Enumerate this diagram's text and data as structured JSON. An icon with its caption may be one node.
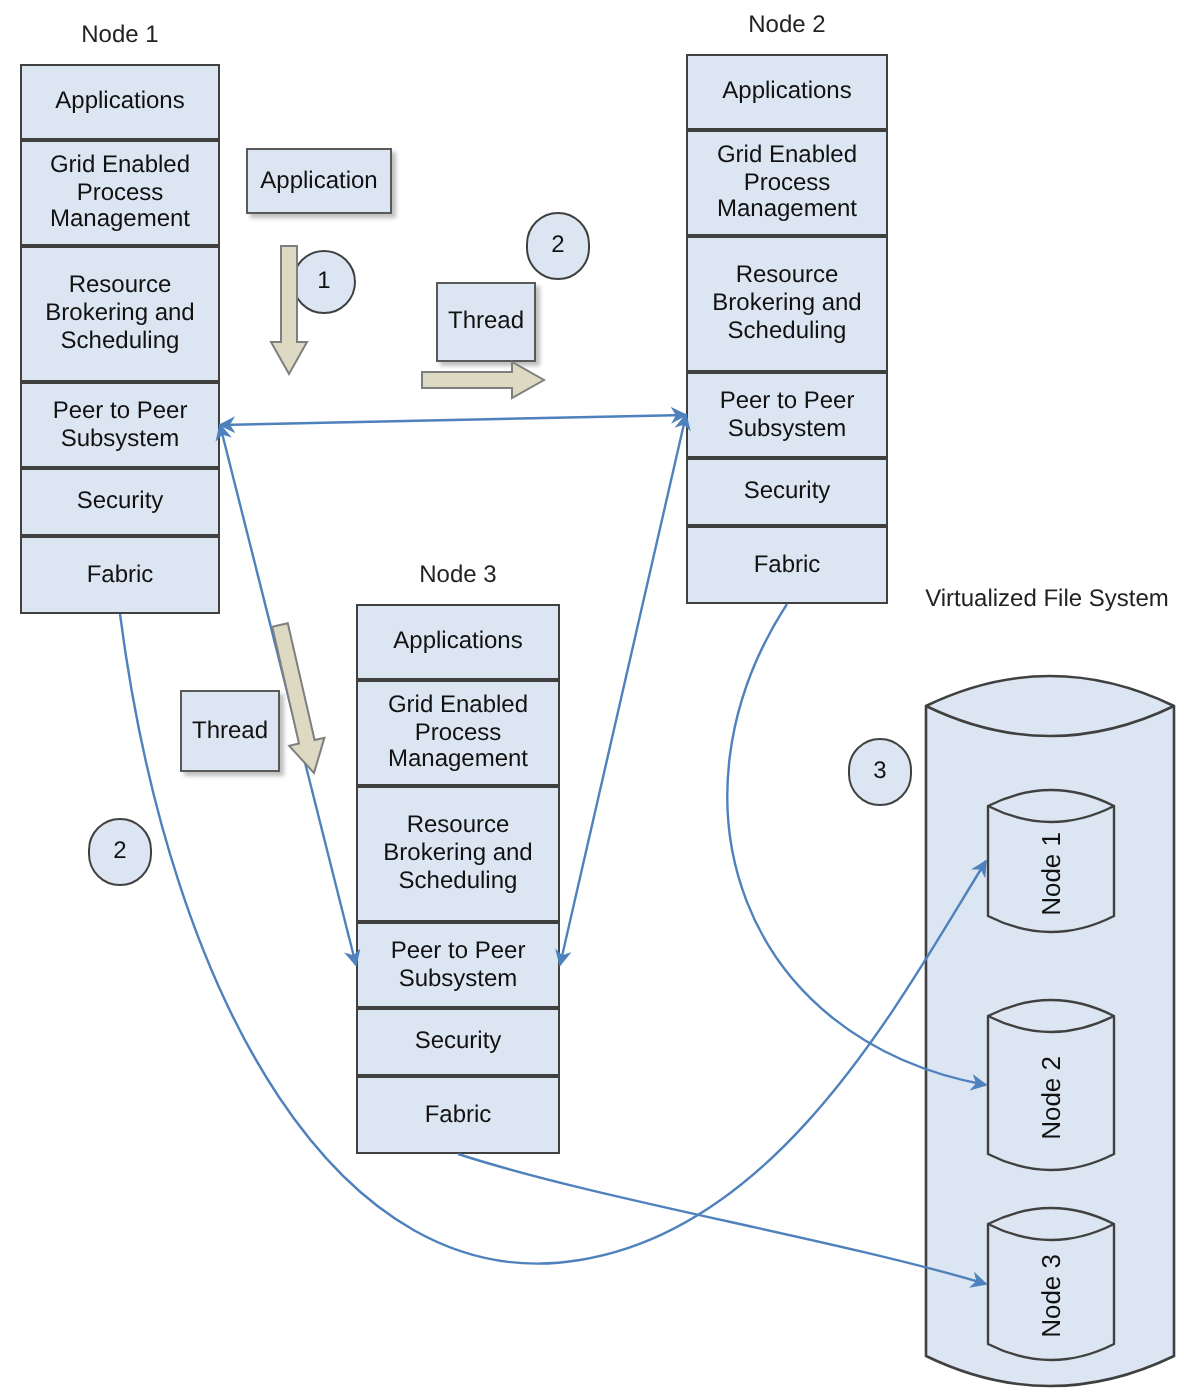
{
  "diagram": {
    "nodes": [
      {
        "text": [
          "Node 1"
        ]
      },
      {
        "text": [
          "Applications"
        ],
        "in": 0
      },
      {
        "text": [
          "Grid Enabled Process Management"
        ],
        "in": 0
      },
      {
        "text": [
          "Resource Brokering and Scheduling"
        ],
        "in": 0
      },
      {
        "text": [
          "Peer to Peer Subsystem"
        ],
        "in": 0
      },
      {
        "text": [
          "Security"
        ],
        "in": 0
      },
      {
        "text": [
          "Fabric"
        ],
        "in": 0
      },
      {
        "text": [
          "Node 2"
        ]
      },
      {
        "text": [
          "Applications"
        ],
        "in": 7
      },
      {
        "text": [
          "Grid Enabled Process Management"
        ],
        "in": 7
      },
      {
        "text": [
          "Resource Brokering and Scheduling"
        ],
        "in": 7
      },
      {
        "text": [
          "Peer to Peer Subsystem"
        ],
        "in": 7
      },
      {
        "text": [
          "Security"
        ],
        "in": 7
      },
      {
        "text": [
          "Fabric"
        ],
        "in": 7
      },
      {
        "text": [
          "Application"
        ]
      },
      {
        "text": [
          "1"
        ]
      },
      {
        "text": [
          "2"
        ]
      },
      {
        "text": [
          "Thread"
        ]
      },
      {
        "text": [
          "Node 3"
        ]
      },
      {
        "text": [
          "Applications"
        ],
        "in": 18
      },
      {
        "text": [
          "Grid Enabled Process Management"
        ],
        "in": 18
      },
      {
        "text": [
          "Resource Brokering and Scheduling"
        ],
        "in": 18
      },
      {
        "text": [
          "Peer to Peer Subsystem"
        ],
        "in": 18
      },
      {
        "text": [
          "Security"
        ],
        "in": 18
      },
      {
        "text": [
          "Fabric"
        ],
        "in": 18
      },
      {
        "text": [
          "Thread"
        ]
      },
      {
        "text": [
          "2"
        ]
      },
      {
        "text": [
          "Virtualized File System"
        ]
      },
      {
        "text": [
          "3"
        ]
      },
      {
        "text": [
          "Node 1"
        ],
        "in": 27
      },
      {
        "text": [
          "Node 2"
        ],
        "in": 27
      },
      {
        "text": [
          "Node 3"
        ],
        "in": 27
      }
    ],
    "edges": [
      {
        "from": 4,
        "to": 11,
        "arrow": "both"
      },
      {
        "from": 4,
        "to": 22,
        "arrow": "both"
      },
      {
        "from": 11,
        "to": 22,
        "arrow": "both"
      },
      {
        "from": 6,
        "to": 29,
        "arrow": "to"
      },
      {
        "from": 13,
        "to": 30,
        "arrow": "to"
      },
      {
        "from": 24,
        "to": 31,
        "arrow": "to"
      },
      {
        "from": 14,
        "to": null,
        "arrow": "to",
        "style": "thick",
        "color": "#ddd9c3"
      },
      {
        "from": 17,
        "to": null,
        "arrow": "to",
        "style": "thick",
        "color": "#ddd9c3"
      },
      {
        "from": 25,
        "to": null,
        "arrow": "to",
        "style": "thick",
        "color": "#ddd9c3"
      }
    ]
  }
}
